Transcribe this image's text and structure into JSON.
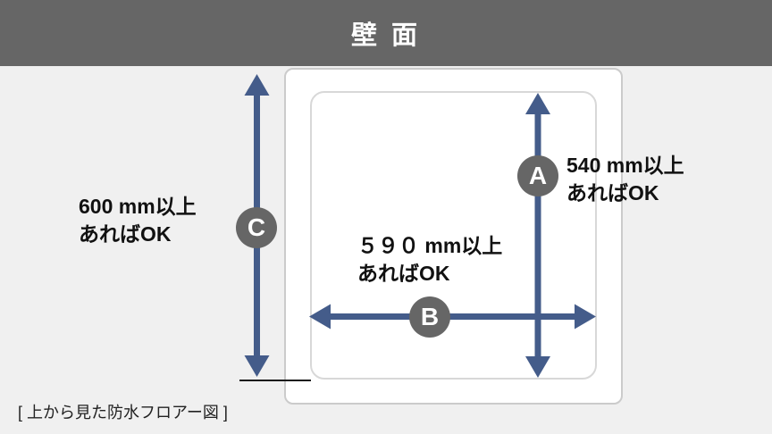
{
  "header": {
    "title": "壁 面"
  },
  "diagram": {
    "labels": {
      "A": {
        "badge": "A",
        "line1": "540 mm以上",
        "line2": "あればOK"
      },
      "B": {
        "badge": "B",
        "line1": "５９０ mm以上",
        "line2": "あればOK"
      },
      "C": {
        "badge": "C",
        "line1": "600 mm以上",
        "line2": "あればOK"
      }
    }
  },
  "caption": "[ 上から見た防水フロアー図 ]",
  "colors": {
    "header-bg": "#666666",
    "badge-bg": "#666666",
    "arrow": "#445c8a",
    "bg": "#f0f0f0",
    "panel-border": "#cbcbcb",
    "inner-border": "#d8d8d8",
    "text": "#111111",
    "baseline": "#1a1a1a"
  }
}
